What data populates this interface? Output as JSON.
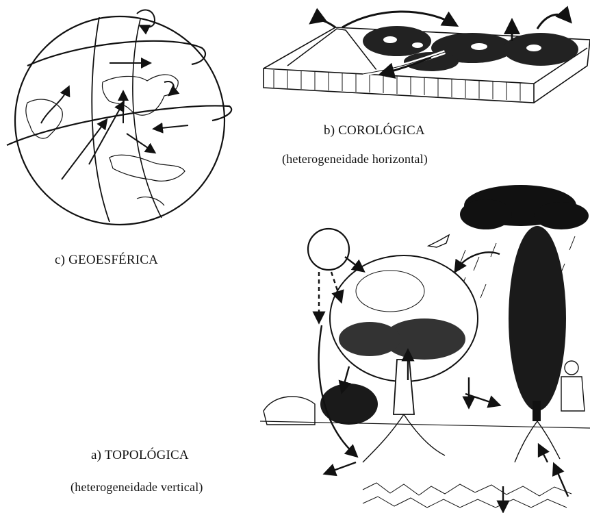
{
  "panels": {
    "chorological": {
      "label": "b) COROLÓGICA",
      "sublabel": "(heterogeneidade horizontal)"
    },
    "geospheric": {
      "label": "c) GEOESFÉRICA"
    },
    "topological": {
      "label": "a) TOPOLÓGICA",
      "sublabel": "(heterogeneidade vertical)"
    }
  },
  "colors": {
    "ink": "#111111",
    "background": "#ffffff"
  }
}
